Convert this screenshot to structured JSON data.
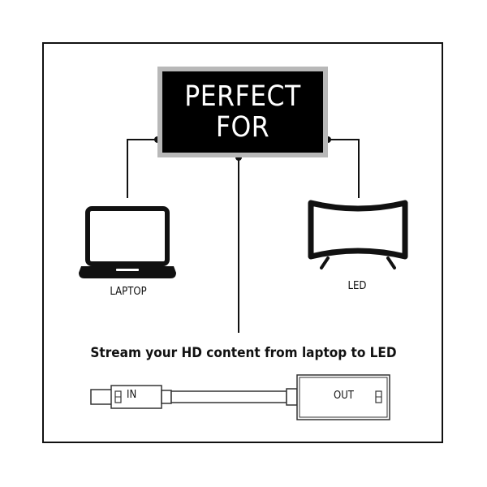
{
  "sign": {
    "line1": "PERFECT",
    "line2": "FOR"
  },
  "devices": {
    "laptop": {
      "label": "LAPTOP",
      "icon": "laptop-icon"
    },
    "led": {
      "label": "LED",
      "icon": "curved-tv-icon"
    }
  },
  "caption": "Stream your HD content from laptop to LED",
  "adapter": {
    "in_label": "IN",
    "out_label": "OUT",
    "icon": "usb-c-adapter-icon"
  }
}
